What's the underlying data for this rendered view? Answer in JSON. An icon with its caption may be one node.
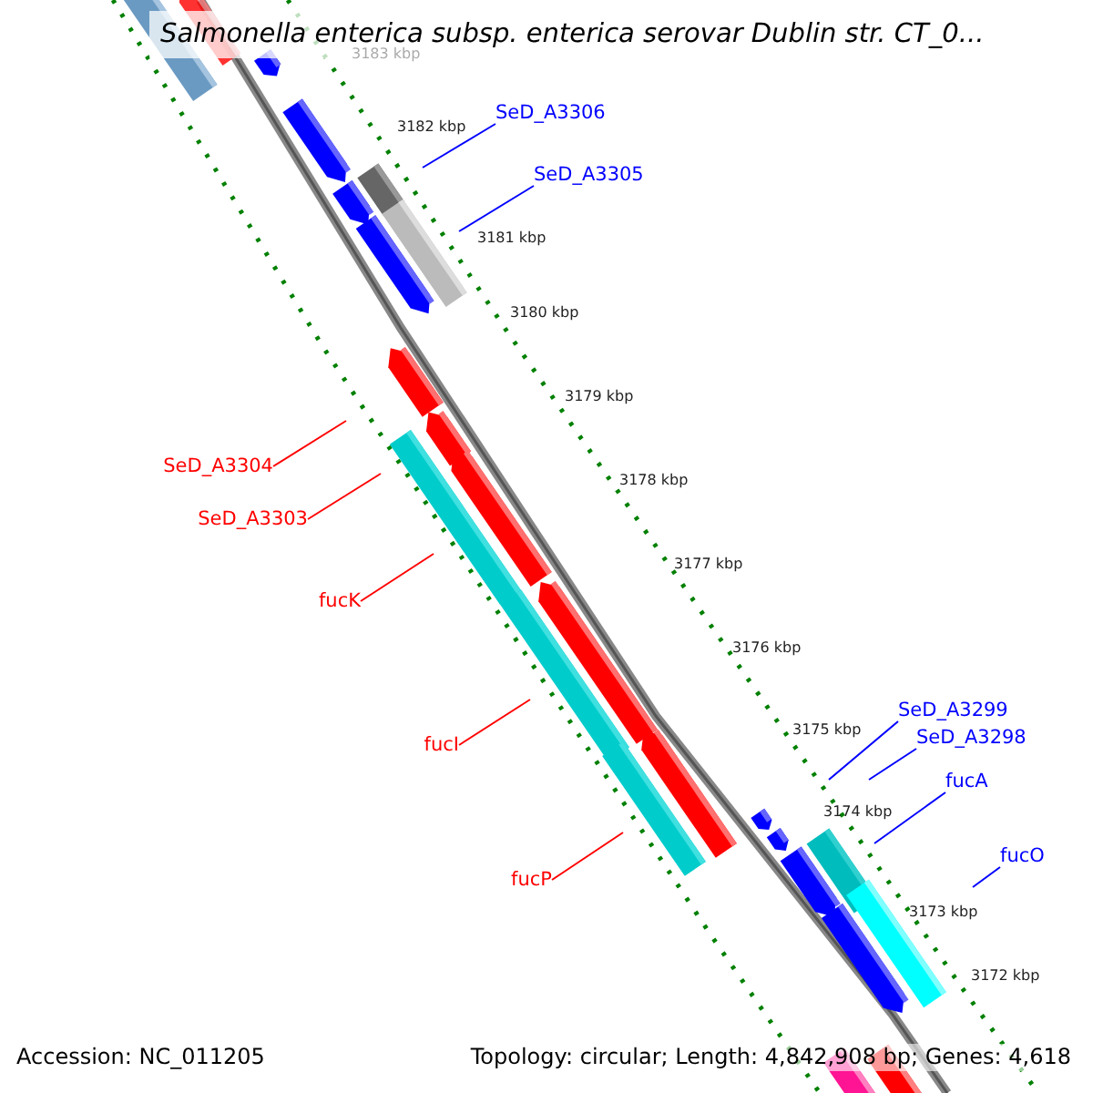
{
  "diagram": {
    "title": "Salmonella enterica subsp. enterica serovar Dublin str. CT_0...",
    "nodes": [
      {
        "text": [
          "SeD_A3306"
        ]
      },
      {
        "text": [
          "SeD_A3305"
        ]
      },
      {
        "text": [
          "SeD_A3304"
        ]
      },
      {
        "text": [
          "SeD_A3303"
        ]
      },
      {
        "text": [
          "fucK"
        ]
      },
      {
        "text": [
          "fucI"
        ]
      },
      {
        "text": [
          "fucP"
        ]
      },
      {
        "text": [
          "SeD_A3299"
        ]
      },
      {
        "text": [
          "SeD_A3298"
        ]
      },
      {
        "text": [
          "fucA"
        ]
      },
      {
        "text": [
          "fucO"
        ]
      }
    ],
    "edges": [
      {
        "from": 0,
        "to": null,
        "arrow": "none"
      },
      {
        "from": 1,
        "to": null,
        "arrow": "none"
      },
      {
        "from": 2,
        "to": null,
        "arrow": "none",
        "color": "#ff0000"
      },
      {
        "from": 3,
        "to": null,
        "arrow": "none",
        "color": "#ff0000"
      },
      {
        "from": 4,
        "to": null,
        "arrow": "none",
        "color": "#ff0000"
      },
      {
        "from": 5,
        "to": null,
        "arrow": "none",
        "color": "#ff0000"
      },
      {
        "from": 6,
        "to": null,
        "arrow": "none",
        "color": "#ff0000"
      },
      {
        "from": 7,
        "to": null,
        "arrow": "none"
      },
      {
        "from": 8,
        "to": null,
        "arrow": "none"
      },
      {
        "from": 9,
        "to": null,
        "arrow": "none"
      },
      {
        "from": 10,
        "to": null,
        "arrow": "none"
      }
    ],
    "labels": [
      "3183 kbp",
      "3182 kbp",
      "3181 kbp",
      "3180 kbp",
      "3179 kbp",
      "3178 kbp",
      "3177 kbp",
      "3176 kbp",
      "3175 kbp",
      "3174 kbp",
      "3173 kbp",
      "3172 kbp",
      "Accession: NC_011205",
      "Topology: circular; Length: 4,842,908 bp; Genes: 4,618"
    ]
  }
}
